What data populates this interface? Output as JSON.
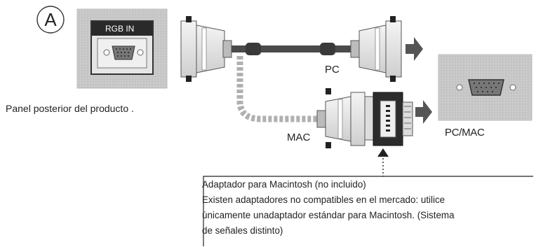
{
  "marker": {
    "letter": "A"
  },
  "source_panel": {
    "port_label": "RGB IN",
    "caption": "Panel posterior del producto ."
  },
  "cables": {
    "pc_label": "PC",
    "mac_label": "MAC"
  },
  "target_panel": {
    "label": "PC/MAC"
  },
  "note": {
    "lines": [
      "Adaptador para Macintosh (no incluido)",
      "Existen adaptadores no compatibles en el mercado: utilice",
      "únicamente unadaptador estándar para Macintosh. (Sistema",
      "de señales distinto)"
    ]
  },
  "colors": {
    "panel_fill": "#c9c9c9",
    "cable_dark": "#4a4a4a",
    "cable_dashed": "#b0b0b0",
    "arrow": "#555555",
    "connector_fill": "#ededed"
  }
}
